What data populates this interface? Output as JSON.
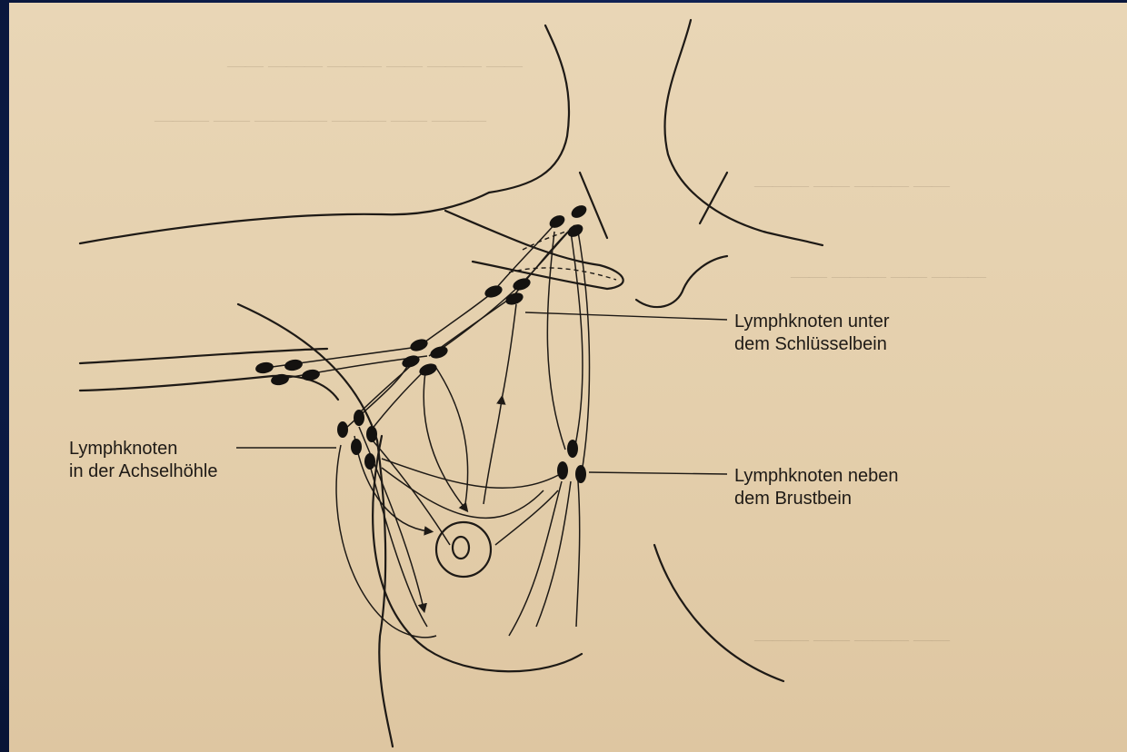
{
  "labels": {
    "subclavian": [
      "Lymphknoten unter",
      "dem Schlüsselbein"
    ],
    "axillary": [
      "Lymphknoten",
      "in der Achselhöhle"
    ],
    "sternal": [
      "Lymphknoten neben",
      "dem Brustbein"
    ]
  },
  "colors": {
    "slide_background": "#0d2050",
    "paper": "#e6d2b0",
    "ink": "#1e1a16"
  }
}
